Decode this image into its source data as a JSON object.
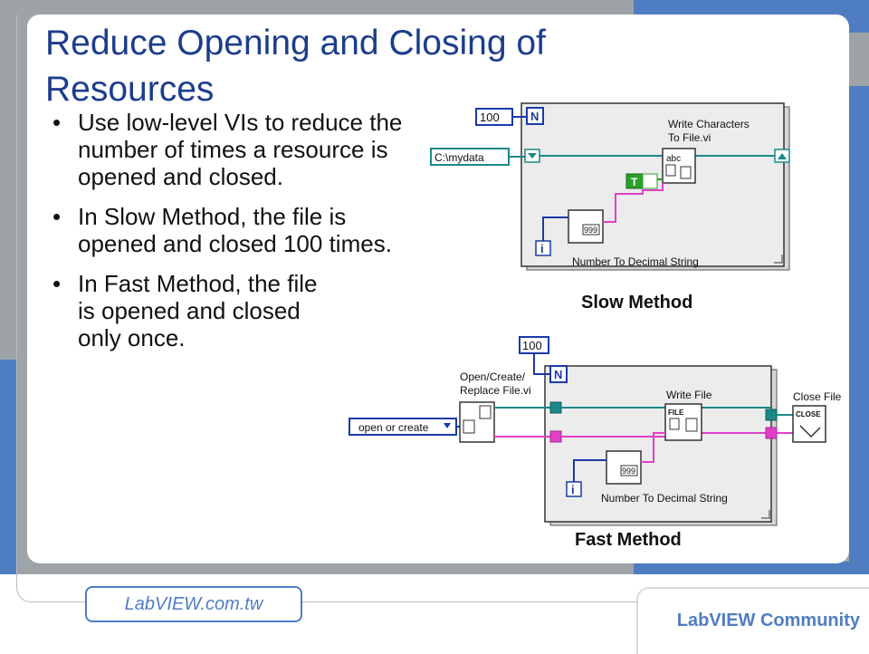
{
  "slide": {
    "title": "Reduce Opening and Closing of Resources",
    "bullet_marker": "•",
    "bullets": [
      "Use low-level VIs to reduce the number of times a resource is opened and closed.",
      "In Slow Method, the file is opened and closed 100 times.",
      "In Fast Method, the file is opened and closed only once."
    ]
  },
  "slow_method": {
    "caption": "Slow Method",
    "count_constant": "100",
    "loop_count_terminal": "N",
    "iteration_terminal": "i",
    "path_constant": "C:\\mydata",
    "write_vi_label_line1": "Write Characters",
    "write_vi_label_line2": "To File.vi",
    "write_icon_text": "abc",
    "bool_constant": "T",
    "number_vi_label": "Number To Decimal String",
    "number_icon_text": "999"
  },
  "fast_method": {
    "caption": "Fast Method",
    "count_constant": "100",
    "loop_count_terminal": "N",
    "iteration_terminal": "i",
    "open_vi_label_line1": "Open/Create/",
    "open_vi_label_line2": "Replace File.vi",
    "open_mode_constant": "open or create",
    "write_vi_label": "Write File",
    "write_icon_text": "FILE",
    "close_vi_label": "Close File",
    "close_icon_text": "CLOSE",
    "number_vi_label": "Number To Decimal String",
    "number_icon_text": "999"
  },
  "footer": {
    "url": "LabVIEW.com.tw",
    "community": "LabVIEW Community"
  },
  "colors": {
    "title": "#1c3d8c",
    "accent_blue": "#4f7dc2",
    "frame_gray": "#9ea3a7",
    "wire_path": "#1a8a88",
    "wire_string": "#e040c8",
    "wire_numeric": "#1a3aa8",
    "wire_bool": "#2aa02a"
  }
}
